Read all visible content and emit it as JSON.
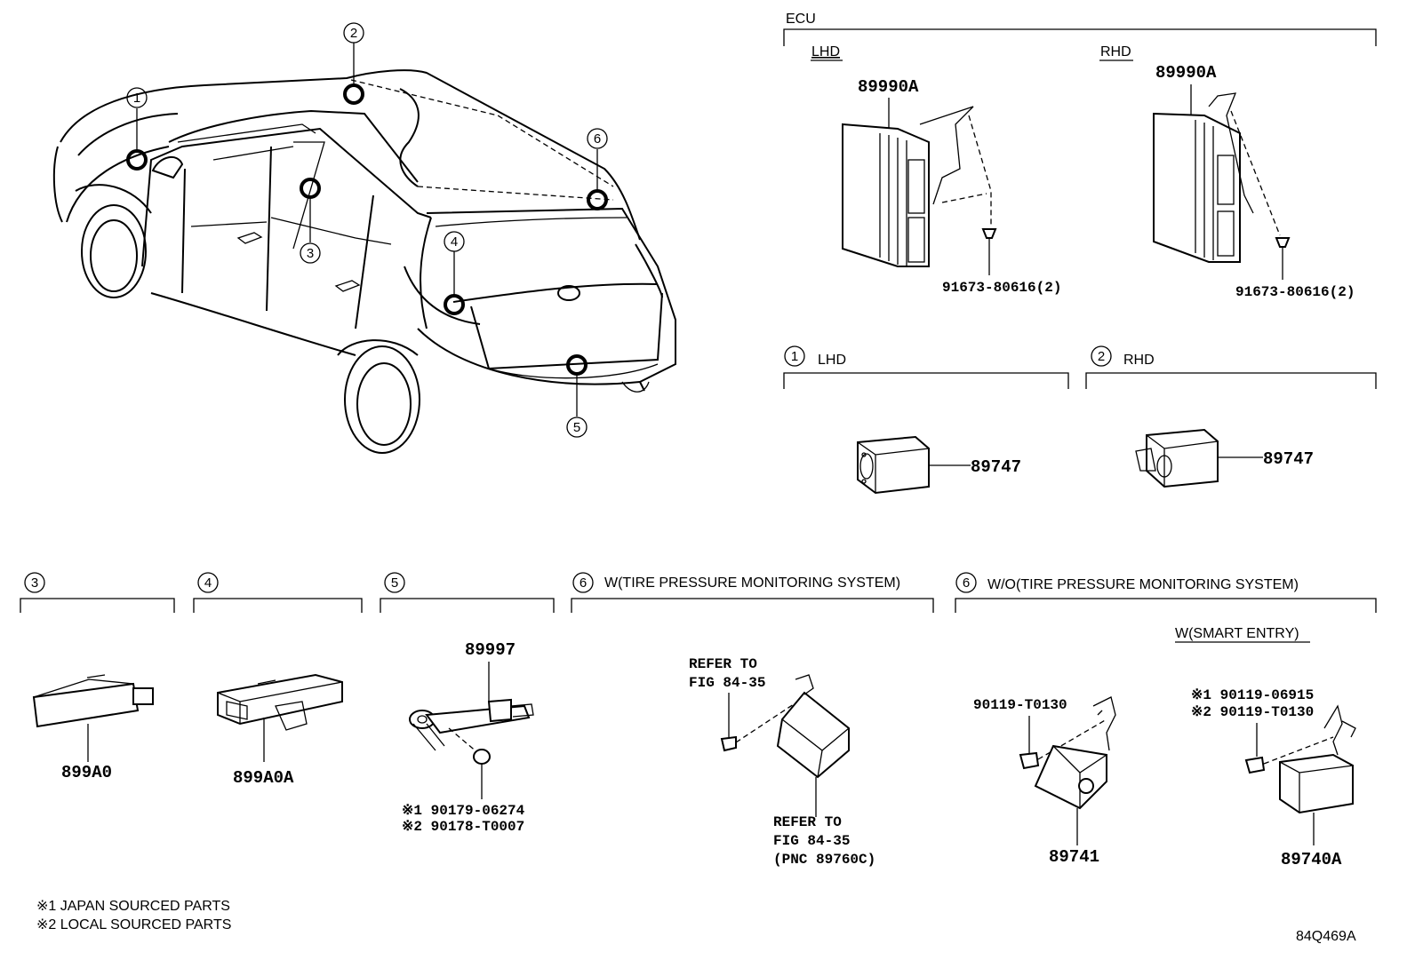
{
  "ecu": {
    "title": "ECU",
    "lhd": {
      "title": "LHD",
      "part": "89990A",
      "bolt": "91673-80616(2)"
    },
    "rhd": {
      "title": "RHD",
      "part": "89990A",
      "bolt": "91673-80616(2)"
    }
  },
  "callouts": [
    "1",
    "2",
    "3",
    "4",
    "5",
    "6"
  ],
  "sec1": {
    "num": "1",
    "title": "LHD",
    "part": "89747"
  },
  "sec2": {
    "num": "2",
    "title": "RHD",
    "part": "89747"
  },
  "sec3": {
    "num": "3",
    "part": "899A0"
  },
  "sec4": {
    "num": "4",
    "part": "899A0A"
  },
  "sec5": {
    "num": "5",
    "part": "89997",
    "note1": "※1 90179-06274",
    "note2": "※2 90178-T0007"
  },
  "sec6a": {
    "num": "6",
    "title": "W(TIRE PRESSURE MONITORING SYSTEM)",
    "refer1_line1": "REFER TO",
    "refer1_line2": "FIG 84-35",
    "refer2_line1": "REFER TO",
    "refer2_line2": "FIG 84-35",
    "refer2_line3": "(PNC 89760C)"
  },
  "sec6b": {
    "num": "6",
    "title": "W/O(TIRE PRESSURE MONITORING SYSTEM)",
    "subtitle": "W(SMART ENTRY)",
    "bolt_left": "90119-T0130",
    "part_left": "89741",
    "bolt_right1": "※1 90119-06915",
    "bolt_right2": "※2 90119-T0130",
    "part_right": "89740A"
  },
  "footnotes": {
    "note1": "※1 JAPAN SOURCED PARTS",
    "note2": "※2 LOCAL SOURCED PARTS"
  },
  "diagram_id": "84Q469A"
}
